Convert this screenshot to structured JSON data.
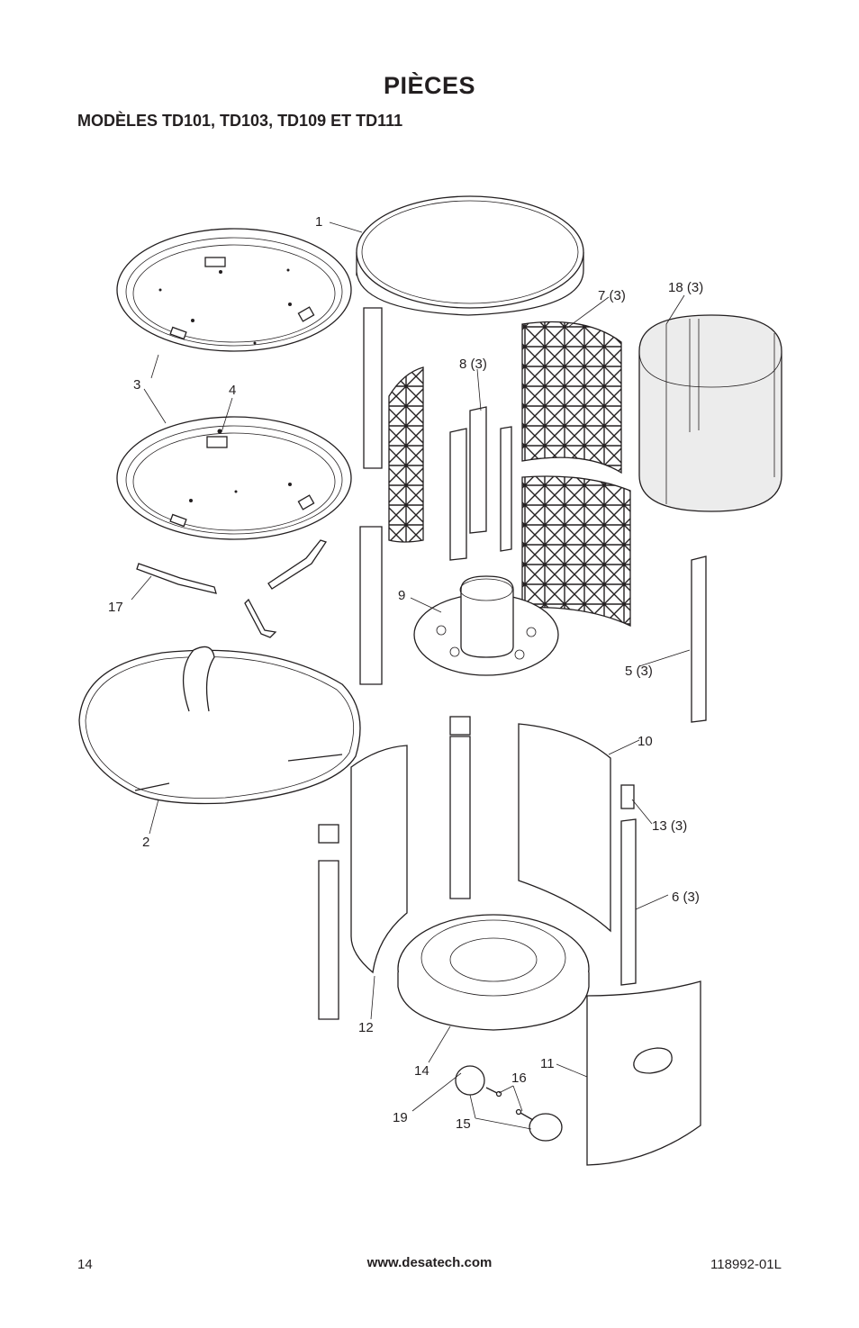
{
  "header": {
    "title": "PIÈCES",
    "subtitle": "MODÈLES TD101, TD103, TD109 ET TD111"
  },
  "callouts": {
    "c1": "1",
    "c2": "2",
    "c3": "3",
    "c4": "4",
    "c5": "5 (3)",
    "c6": "6 (3)",
    "c7": "7 (3)",
    "c8": "8 (3)",
    "c9": "9",
    "c10": "10",
    "c11": "11",
    "c12": "12",
    "c13": "13 (3)",
    "c14": "14",
    "c15": "15",
    "c16": "16",
    "c17": "17",
    "c18": "18 (3)",
    "c19": "19"
  },
  "footer": {
    "page_number": "14",
    "website": "www.desatech.com",
    "doc_code": "118992-01L"
  }
}
